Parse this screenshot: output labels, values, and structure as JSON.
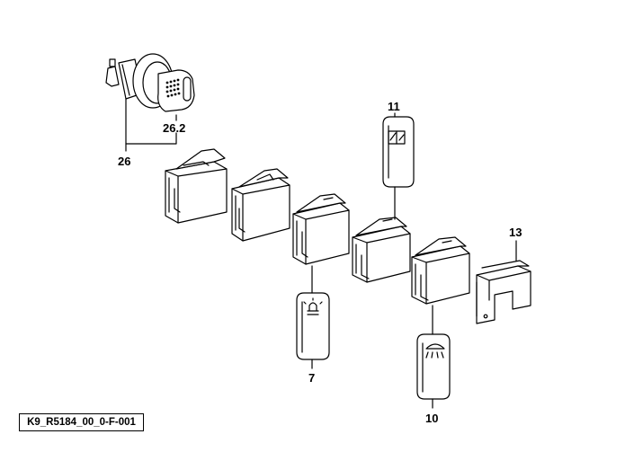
{
  "diagram": {
    "labels": {
      "ignition_switch": "26",
      "key": "26.2",
      "rocker_insert_a": "11",
      "rocker_insert_b": "7",
      "rocker_insert_c": "10",
      "blank_cover": "13"
    },
    "reference": "K9_R5184_00_0-F-001"
  }
}
